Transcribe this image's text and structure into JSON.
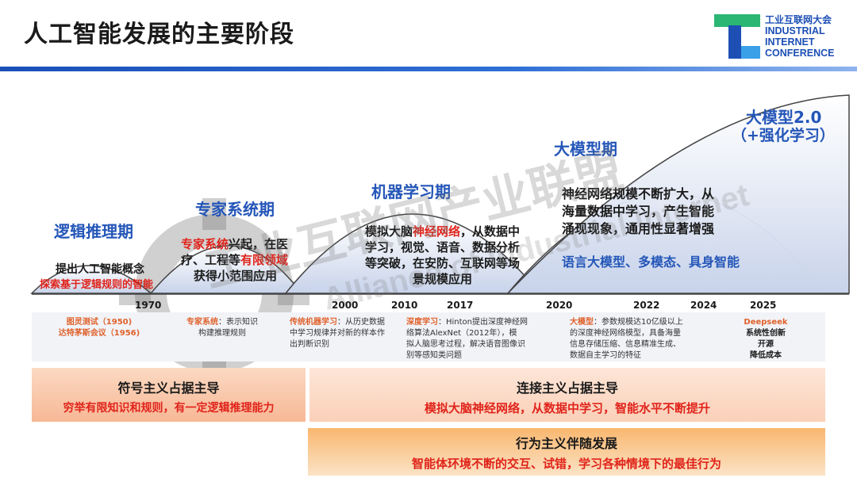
{
  "title": "人工智能发展的主要阶段",
  "logo": {
    "cn": "工业互联网大会",
    "en_lines": [
      "INDUSTRIAL",
      "INTERNET",
      "CONFERENCE"
    ]
  },
  "stages": {
    "logic": "逻辑推理期",
    "expert": "专家系统期",
    "ml": "机器学习期",
    "big_model": "大模型期",
    "big_model_2": "大模型2.0",
    "big_model_2_sub": "（+强化学习）"
  },
  "boxes": {
    "logic_l1": "提出人工智能概念",
    "logic_l2": "探索基于逻辑规则的智能",
    "expert_r1": "专家系统",
    "expert_l1": "兴起，在医",
    "expert_l2a": "疗、工程等",
    "expert_r2": "有限领域",
    "expert_l3": "获得小范围应用",
    "ml_l1a": "模拟大脑",
    "ml_r1": "神经网络",
    "ml_l1b": "，从数据中",
    "ml_l2": "学习，视觉、语音、数据分析",
    "ml_l3": "等突破，在安防、互联网等场",
    "ml_l4": "景规模应用",
    "bm_l1": "神经网络规模不断扩大，从",
    "bm_l2": "海量数据中学习，产生智能",
    "bm_l3": "涌现现象，通用性显著增强",
    "bm_blue": "语言大模型、多模态、具身智能"
  },
  "years": [
    "1970",
    "2000",
    "2010",
    "2017",
    "2020",
    "2022",
    "2024",
    "2025"
  ],
  "details": {
    "d1_l1": "图灵测试（1950)",
    "d1_l2": "达特茅斯会议（1956)",
    "d2_k": "专家系统",
    "d2_l1": "：表示知识",
    "d2_l2": "构建推理规则",
    "d3_k": "传统机器学习",
    "d3_l1": "：从历史数据",
    "d3_l2": "中学习规律并对新的样本作",
    "d3_l3": "出判断识别",
    "d4_k": "深度学习",
    "d4_l1": "：Hinton提出深度神经网",
    "d4_l2": "络算法AlexNet（2012年），模",
    "d4_l3": "拟人脑思考过程，解决语音图像识",
    "d4_l4": "别等感知类问题",
    "d5_k": "大模型",
    "d5_l1": "：参数规模达10亿级以上",
    "d5_l2": "的深度神经网络模型，具备海量",
    "d5_l3": "信息存储压缩、信息精准生成、",
    "d5_l4": "数据自主学习的特征",
    "d6_k": "Deepseek",
    "d6_l2": "系统性创新",
    "d6_l3": "开源",
    "d6_l4": "降低成本"
  },
  "panels": {
    "symbol_h": "符号主义占据主导",
    "symbol_s": "穷举有限知识和规则，有一定逻辑推理能力",
    "connect_h": "连接主义占据主导",
    "connect_s": "模拟大脑神经网络，从数据中学习，智能水平不断提升",
    "behavior_h": "行为主义伴随发展",
    "behavior_s": "智能体环境不断的交互、试错，学习各种情境下的最佳行为"
  },
  "watermark": {
    "cn": "工业互联网产业联盟",
    "en": "Alliance of Industrial Internet"
  },
  "colors": {
    "accent_blue": "#2456b8",
    "highlight_red": "#e0241b",
    "detail_orange": "#e0612b",
    "logo_green": "#2bb673"
  }
}
